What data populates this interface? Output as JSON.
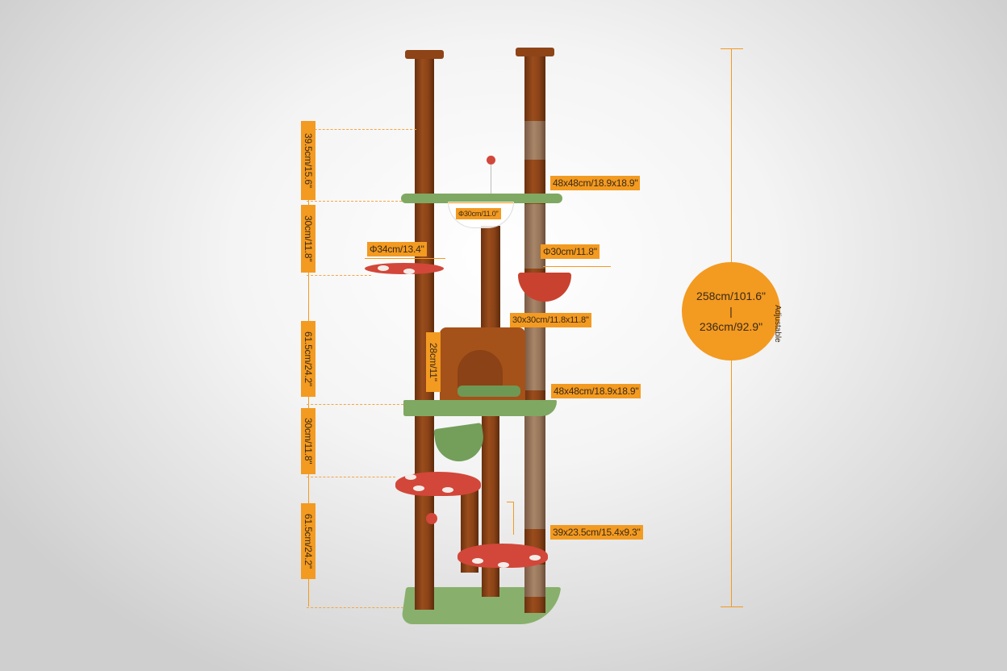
{
  "product": "Cat tree with dimensions",
  "colors": {
    "accent_orange": "#f39a21",
    "label_text": "#3a2a16",
    "pole_brown": "#8a4217",
    "platform_green": "#7fa862",
    "platform_red": "#d2473a"
  },
  "left_dimensions": [
    {
      "label": "39.5cm/15.6\""
    },
    {
      "label": "30cm/11.8\""
    },
    {
      "label": "61.5cm/24.2\""
    },
    {
      "label": "30cm/11.8\""
    },
    {
      "label": "61.5cm/24.2\""
    }
  ],
  "callouts": {
    "top_platform": "48x48cm/18.9x18.9\"",
    "top_bowl": "Φ30cm/11.0\"",
    "mushroom_step": "Φ34cm/13.4\"",
    "basket": "Φ30cm/11.8\"",
    "condo": "30x30cm/11.8x11.8\"",
    "condo_height": "28cm/11\"",
    "middle_platform": "48x48cm/18.9x18.9\"",
    "bottom_step": "39x23.5cm/15.4x9.3\""
  },
  "total_height": {
    "max": "258cm/101.6\"",
    "separator": "|",
    "min": "236cm/92.9\"",
    "note": "Adjustable"
  }
}
